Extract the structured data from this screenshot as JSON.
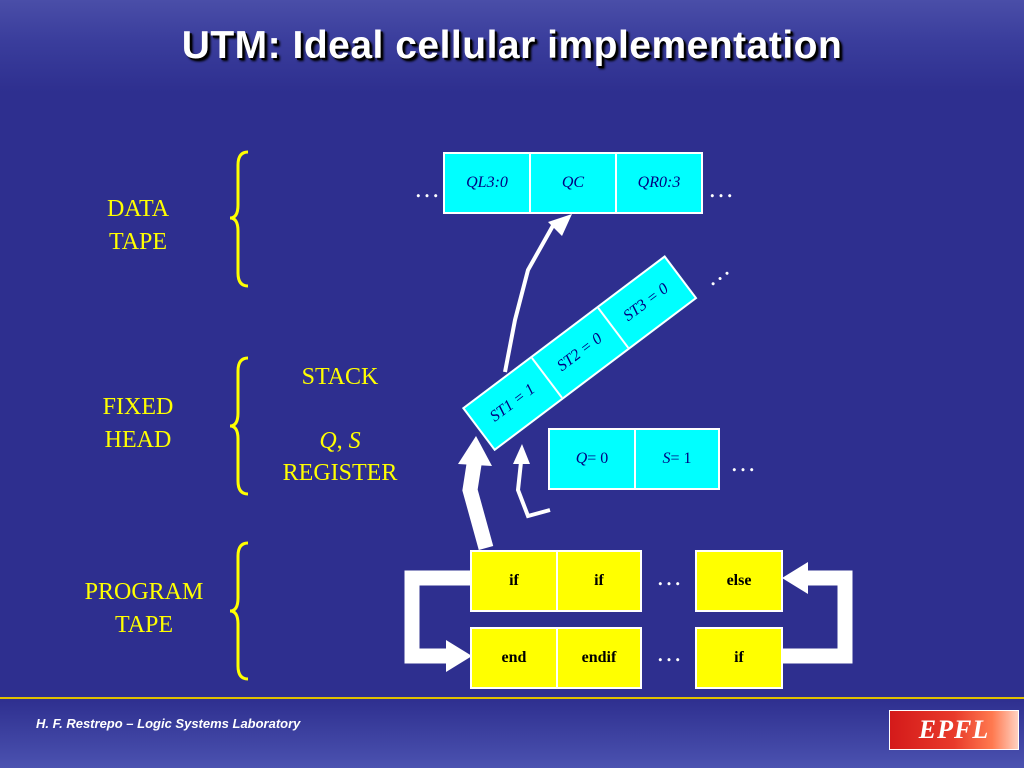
{
  "title": "UTM: Ideal cellular implementation",
  "labels": {
    "data_tape": [
      "DATA",
      "TAPE"
    ],
    "fixed_head": [
      "FIXED",
      "HEAD"
    ],
    "program_tape": [
      "PROGRAM",
      "TAPE"
    ],
    "stack": "STACK",
    "register_q": "Q",
    "register_comma": ", ",
    "register_s": "S",
    "register_word": "REGISTER"
  },
  "data_tape_cells": [
    "QL3:0",
    "QC",
    "QR0:3"
  ],
  "stack_cells": [
    "ST1 = 1",
    "ST2 = 0",
    "ST3 = 0"
  ],
  "register_cells": {
    "q_name": "Q",
    "q_value": " = 0",
    "s_name": "S",
    "s_value": " = 1"
  },
  "program_tape": {
    "top_row": [
      "if",
      "if"
    ],
    "bottom_row": [
      "end",
      "endif"
    ],
    "right_top": "else",
    "right_bottom": "if"
  },
  "ellipsis": "…",
  "footer": {
    "text": "H. F. Restrepo – Logic Systems Laboratory",
    "logo": "EPFL"
  },
  "colors": {
    "background": "#2e2f8f",
    "label_yellow": "#ffff00",
    "data_cell": "#00ffff",
    "program_cell": "#ffff00"
  }
}
